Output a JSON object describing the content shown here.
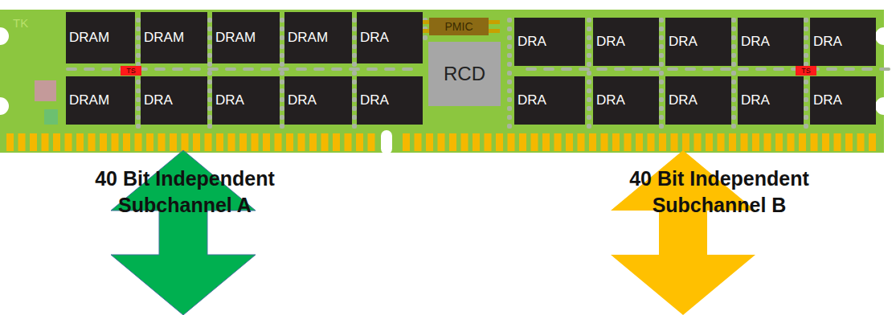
{
  "diagram": {
    "nodes": [
      {
        "text": [
          "DRAM"
        ]
      },
      {
        "text": [
          "DRAM"
        ]
      },
      {
        "text": [
          "DRAM"
        ]
      },
      {
        "text": [
          "DRAM"
        ]
      },
      {
        "text": [
          "DRA"
        ]
      },
      {
        "text": [
          "PMIC"
        ]
      },
      {
        "text": [
          "DRA"
        ]
      },
      {
        "text": [
          "DRA"
        ]
      },
      {
        "text": [
          "DRA"
        ]
      },
      {
        "text": [
          "DRA"
        ]
      },
      {
        "text": [
          "DRA"
        ]
      },
      {
        "text": [
          "TS"
        ]
      },
      {
        "text": [
          "TS"
        ]
      },
      {
        "text": [
          "DRAM"
        ]
      },
      {
        "text": [
          "DRA"
        ]
      },
      {
        "text": [
          "DRA"
        ]
      },
      {
        "text": [
          "DRA"
        ]
      },
      {
        "text": [
          "DRA"
        ]
      },
      {
        "text": [
          "RCD"
        ]
      },
      {
        "text": [
          "DRA"
        ]
      },
      {
        "text": [
          "DRA"
        ]
      },
      {
        "text": [
          "DRA"
        ]
      },
      {
        "text": [
          "DRA"
        ]
      },
      {
        "text": [
          "DRA"
        ]
      }
    ],
    "labels": [
      "TK",
      "40 Bit Independent Subchannel A",
      "40 Bit Independent Subchannel B"
    ]
  }
}
